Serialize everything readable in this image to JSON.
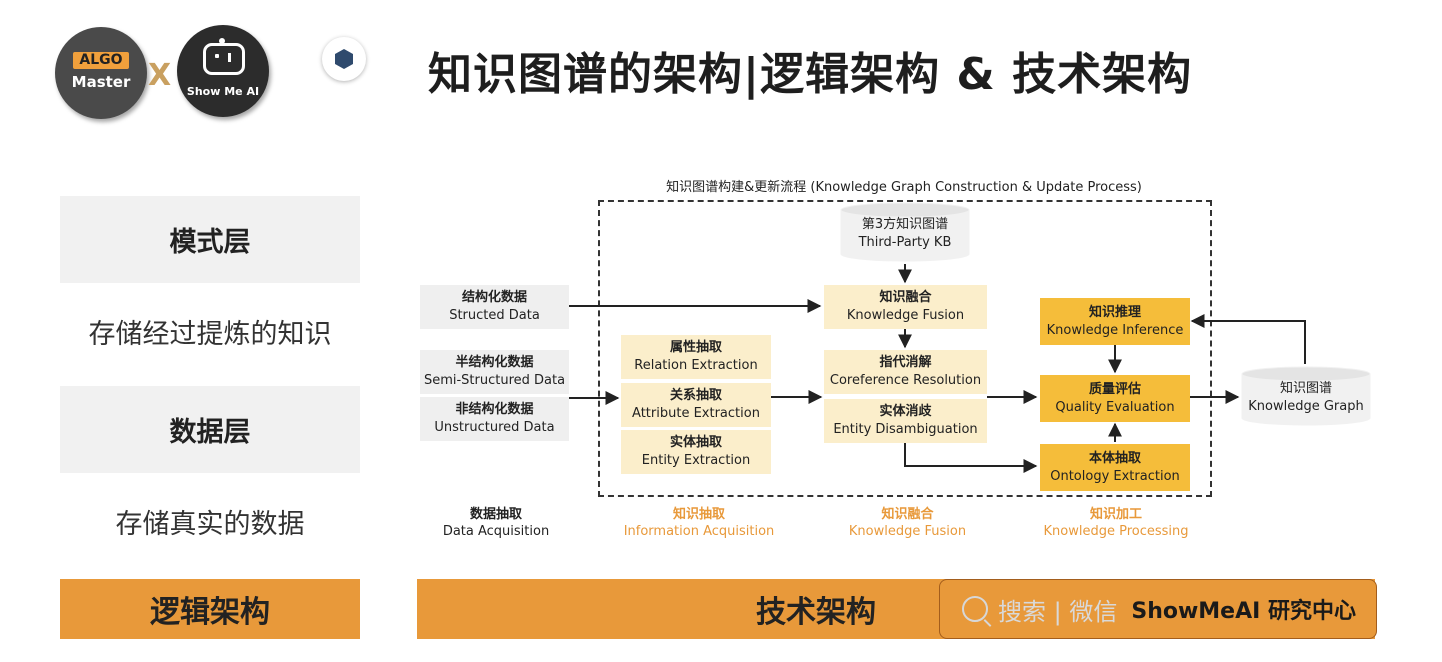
{
  "logos": {
    "algo_tag": "ALGO",
    "algo_master": "Master",
    "x_mark": "X",
    "show_me_ai": "Show Me AI"
  },
  "title": "知识图谱的架构|逻辑架构 & 技术架构",
  "logical": {
    "pattern_layer": "模式层",
    "pattern_desc": "存储经过提炼的知识",
    "data_layer": "数据层",
    "data_desc": "存储真实的数据",
    "bar_label": "逻辑架构"
  },
  "diagram": {
    "title": "知识图谱构建&更新流程 (Knowledge Graph Construction & Update Process)",
    "sources": [
      {
        "zh": "结构化数据",
        "en": "Structed Data"
      },
      {
        "zh": "半结构化数据",
        "en": "Semi-Structured Data"
      },
      {
        "zh": "非结构化数据",
        "en": "Unstructured Data"
      }
    ],
    "extraction": [
      {
        "zh": "属性抽取",
        "en": "Relation Extraction"
      },
      {
        "zh": "关系抽取",
        "en": "Attribute Extraction"
      },
      {
        "zh": "实体抽取",
        "en": "Entity Extraction"
      }
    ],
    "third_party": {
      "zh": "第3方知识图谱",
      "en": "Third-Party KB"
    },
    "fusion": [
      {
        "zh": "知识融合",
        "en": "Knowledge Fusion"
      },
      {
        "zh": "指代消解",
        "en": "Coreference Resolution"
      },
      {
        "zh": "实体消歧",
        "en": "Entity Disambiguation"
      }
    ],
    "processing": [
      {
        "zh": "知识推理",
        "en": "Knowledge Inference"
      },
      {
        "zh": "质量评估",
        "en": "Quality Evaluation"
      },
      {
        "zh": "本体抽取",
        "en": "Ontology Extraction"
      }
    ],
    "kg": {
      "zh": "知识图谱",
      "en": "Knowledge Graph"
    },
    "stages": [
      {
        "zh": "数据抽取",
        "en": "Data Acquisition"
      },
      {
        "zh": "知识抽取",
        "en": "Information Acquisition"
      },
      {
        "zh": "知识融合",
        "en": "Knowledge Fusion"
      },
      {
        "zh": "知识加工",
        "en": "Knowledge Processing"
      }
    ]
  },
  "tech_bar_label": "技术架构",
  "search": {
    "text": "搜索 | 微信",
    "brand": "ShowMeAI 研究中心"
  }
}
